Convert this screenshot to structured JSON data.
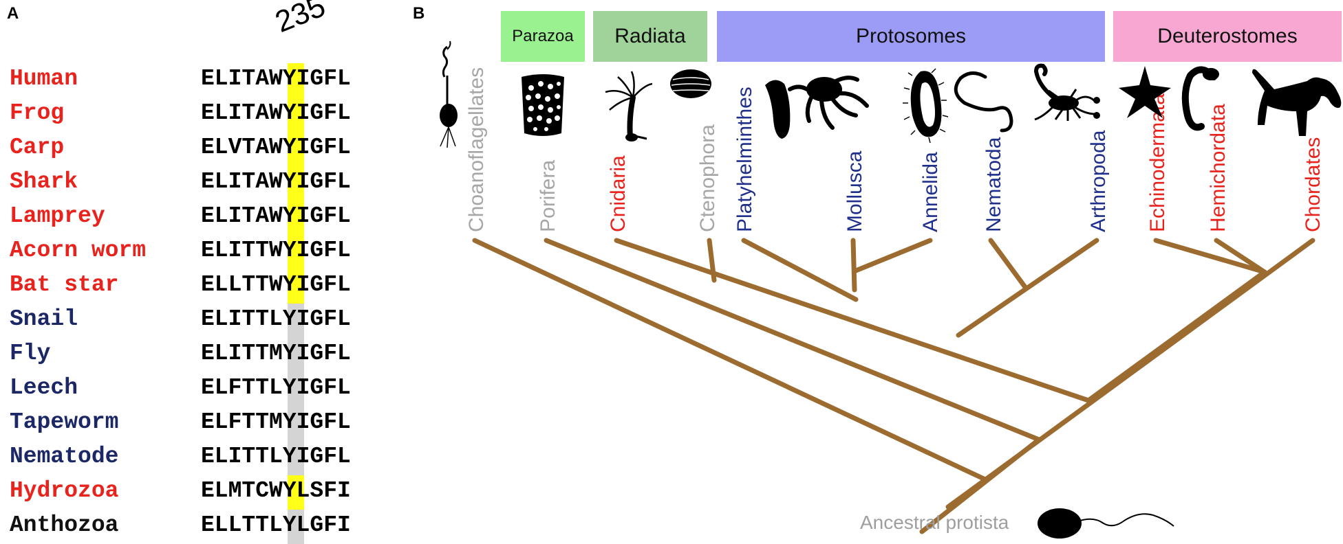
{
  "panels": {
    "a": "A",
    "b": "B"
  },
  "alignment": {
    "position_label": "235",
    "rows": [
      {
        "species": "Human",
        "sequence": "ELITAWYIGFL",
        "residue_highlight": "yellow",
        "group": "deuterostome"
      },
      {
        "species": "Frog",
        "sequence": "ELITAWYIGFL",
        "residue_highlight": "yellow",
        "group": "deuterostome"
      },
      {
        "species": "Carp",
        "sequence": "ELVTAWYIGFL",
        "residue_highlight": "yellow",
        "group": "deuterostome"
      },
      {
        "species": "Shark",
        "sequence": "ELITAWYIGFL",
        "residue_highlight": "yellow",
        "group": "deuterostome"
      },
      {
        "species": "Lamprey",
        "sequence": "ELITAWYIGFL",
        "residue_highlight": "yellow",
        "group": "deuterostome"
      },
      {
        "species": "Acorn worm",
        "sequence": "ELITTWYIGFL",
        "residue_highlight": "yellow",
        "group": "deuterostome"
      },
      {
        "species": "Bat star",
        "sequence": "ELLTTWYIGFL",
        "residue_highlight": "yellow",
        "group": "deuterostome"
      },
      {
        "species": "Snail",
        "sequence": "ELITTLYIGFL",
        "residue_highlight": "gray",
        "group": "protostome"
      },
      {
        "species": "Fly",
        "sequence": "ELITTMYIGFL",
        "residue_highlight": "gray",
        "group": "protostome"
      },
      {
        "species": "Leech",
        "sequence": "ELFTTLYIGFL",
        "residue_highlight": "gray",
        "group": "protostome"
      },
      {
        "species": "Tapeworm",
        "sequence": "ELFTTMYIGFL",
        "residue_highlight": "gray",
        "group": "protostome"
      },
      {
        "species": "Nematode",
        "sequence": "ELITTLYIGFL",
        "residue_highlight": "gray",
        "group": "protostome"
      },
      {
        "species": "Hydrozoa",
        "sequence": "ELMTCWYLSFI",
        "residue_highlight": "yellow",
        "group": "deuterostome"
      },
      {
        "species": "Anthozoa",
        "sequence": "ELLTTLYLGFI",
        "residue_highlight": "gray",
        "group": "other"
      }
    ]
  },
  "group_headers": [
    {
      "label": "Parazoa",
      "color": "#99f28f"
    },
    {
      "label": "Radiata",
      "color": "#9fd39a"
    },
    {
      "label": "Protosomes",
      "color": "#9c9cf6"
    },
    {
      "label": "Deuterostomes",
      "color": "#f7a7d1"
    }
  ],
  "taxa": [
    {
      "label": "Choanoflagellates",
      "group": "gray"
    },
    {
      "label": "Porifera",
      "group": "gray"
    },
    {
      "label": "Cnidaria",
      "group": "red"
    },
    {
      "label": "Ctenophora",
      "group": "gray"
    },
    {
      "label": "Platyhelminthes",
      "group": "blue"
    },
    {
      "label": "Mollusca",
      "group": "blue"
    },
    {
      "label": "Annelida",
      "group": "blue"
    },
    {
      "label": "Nematoda",
      "group": "blue"
    },
    {
      "label": "Arthropoda",
      "group": "blue"
    },
    {
      "label": "Echinodermata",
      "group": "red"
    },
    {
      "label": "Hemichordata",
      "group": "red"
    },
    {
      "label": "Chordates",
      "group": "red"
    }
  ],
  "root_label": "Ancestral protista",
  "colors": {
    "red": "#e8221c",
    "blue": "#1f2f8a",
    "navy": "#1c2766",
    "gray": "#a6a6a6",
    "black": "#111111",
    "yellow": "#ffff1a",
    "residue_gray": "#d4d4d4",
    "branch": "#9c6b30"
  },
  "icons": {
    "choanoflagellate": "choanoflagellate-silhouette-icon",
    "porifera": "sponge-silhouette-icon",
    "cnidaria": "hydra-silhouette-icon",
    "ctenophora": "comb-jelly-silhouette-icon",
    "platyhelminthes": "flatworm-silhouette-icon",
    "mollusca": "octopus-silhouette-icon",
    "annelida": "annelid-worm-silhouette-icon",
    "nematoda": "nematode-silhouette-icon",
    "arthropoda": "scorpion-silhouette-icon",
    "echinodermata": "starfish-silhouette-icon",
    "hemichordata": "acorn-worm-silhouette-icon",
    "chordates": "dog-silhouette-icon",
    "root": "flagellate-silhouette-icon"
  }
}
